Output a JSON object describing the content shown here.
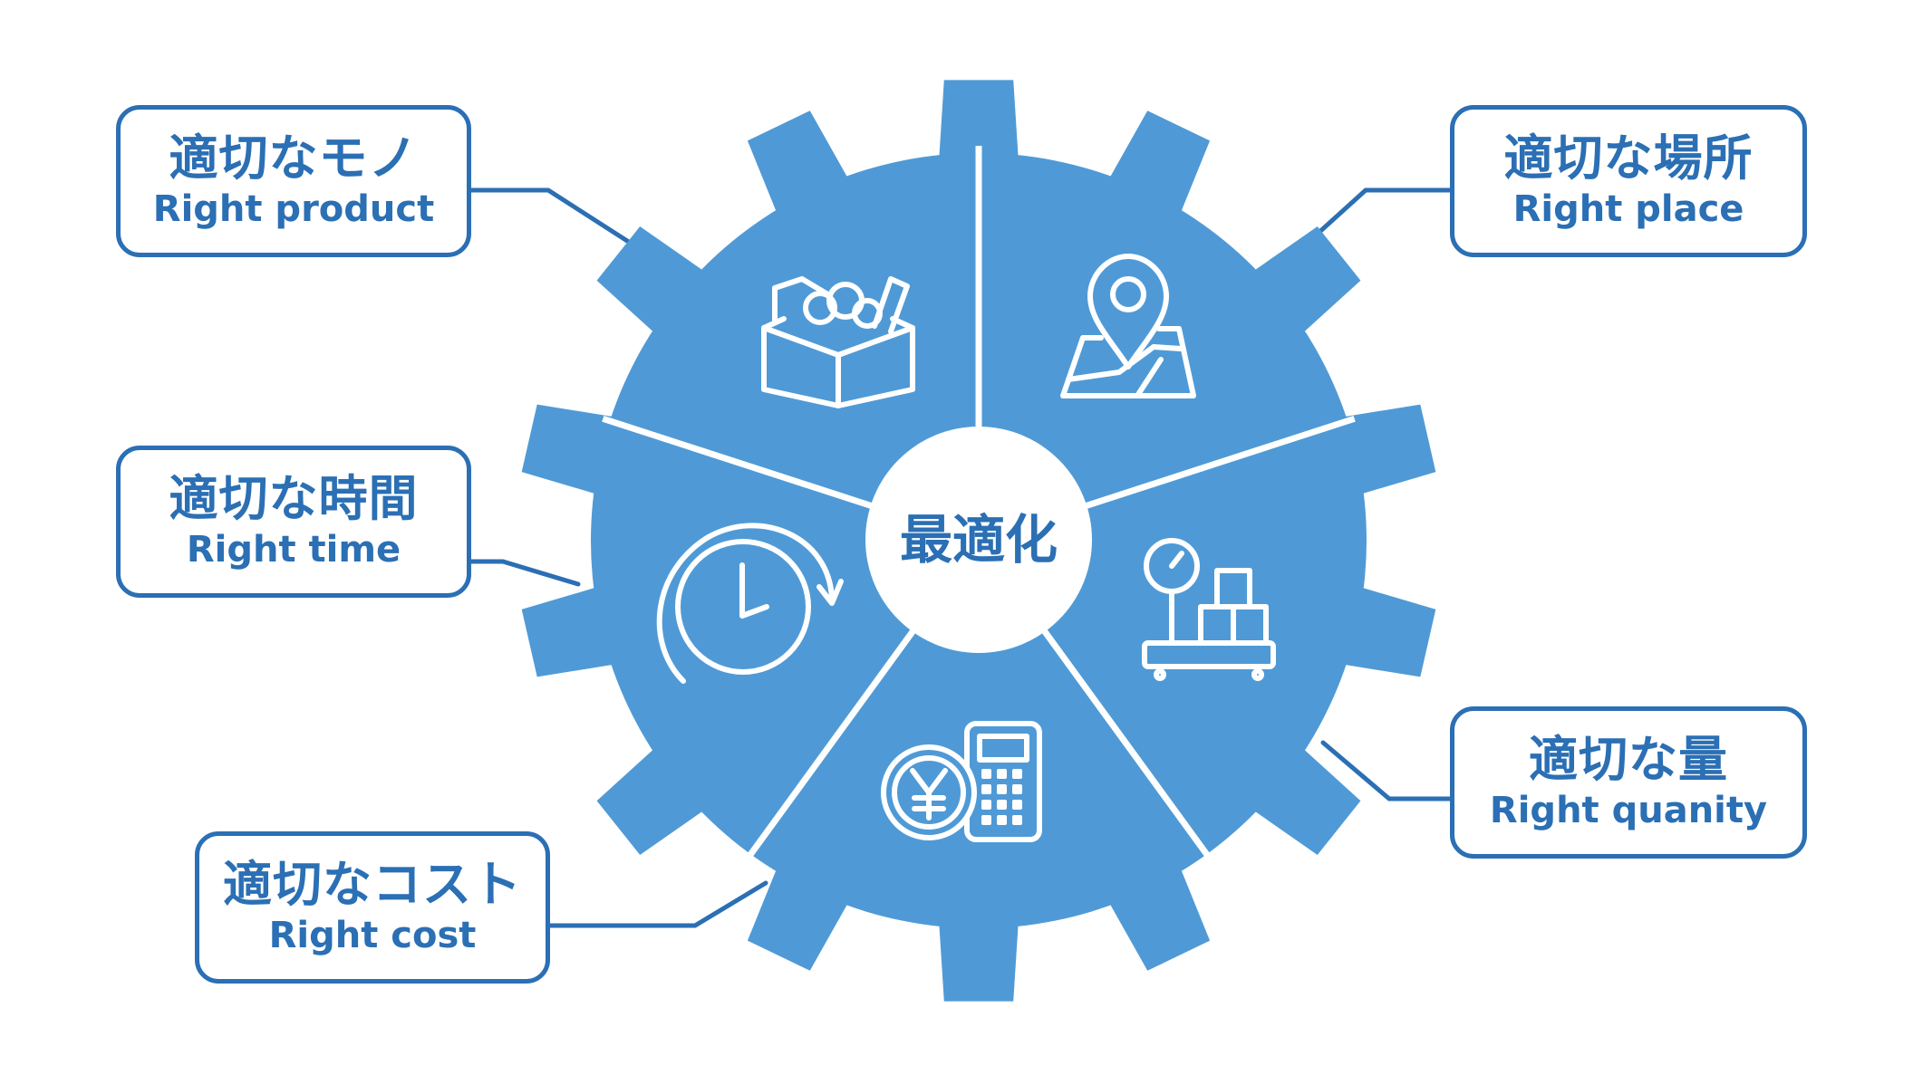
{
  "center": {
    "label": "最適化"
  },
  "segments": [
    {
      "id": "product",
      "title_jp": "適切なモノ",
      "title_en": "Right product",
      "icon": "grocery-box-icon"
    },
    {
      "id": "place",
      "title_jp": "適切な場所",
      "title_en": "Right place",
      "icon": "map-pin-icon"
    },
    {
      "id": "quantity",
      "title_jp": "適切な量",
      "title_en": "Right quanity",
      "icon": "scale-boxes-icon"
    },
    {
      "id": "cost",
      "title_jp": "適切なコスト",
      "title_en": "Right cost",
      "icon": "yen-calculator-icon"
    },
    {
      "id": "time",
      "title_jp": "適切な時間",
      "title_en": "Right time",
      "icon": "clock-refresh-icon"
    }
  ],
  "colors": {
    "gear": "#4f9ad6",
    "outline": "#2b6fb4",
    "text": "#2b6fb4",
    "white": "#ffffff"
  }
}
